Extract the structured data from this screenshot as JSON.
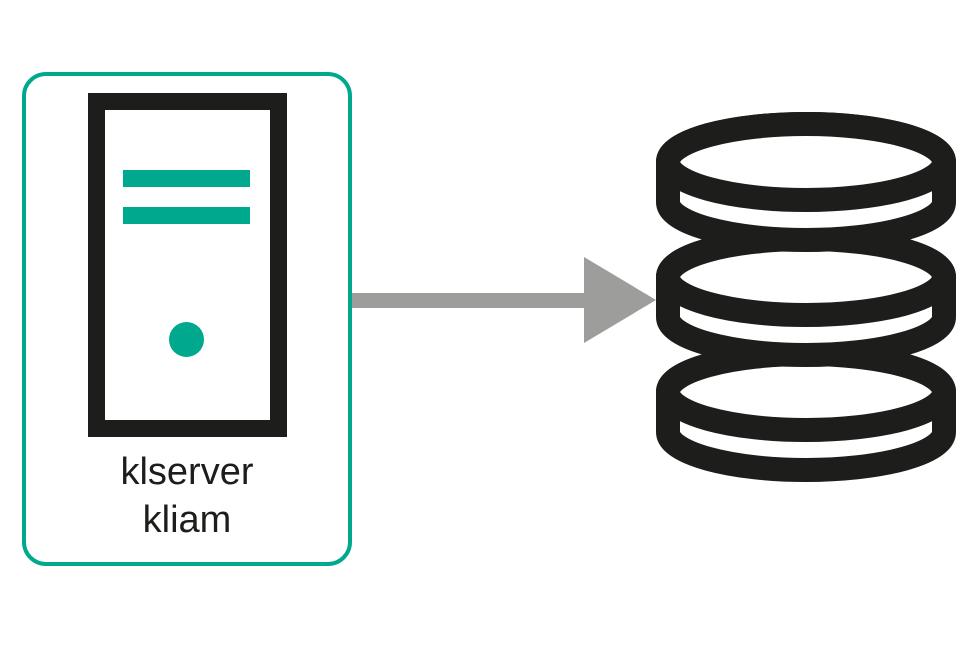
{
  "diagram": {
    "server_node": {
      "icon": "server-tower-icon",
      "label_line1": "klserver",
      "label_line2": "kliam"
    },
    "connector": {
      "type": "arrow",
      "direction": "right",
      "from": "klserver kliam",
      "to": "database"
    },
    "database_node": {
      "icon": "database-icon"
    },
    "colors": {
      "accent_teal": "#00a88e",
      "icon_black": "#1d1d1b",
      "arrow_gray": "#9d9d9c",
      "background": "#ffffff"
    }
  }
}
